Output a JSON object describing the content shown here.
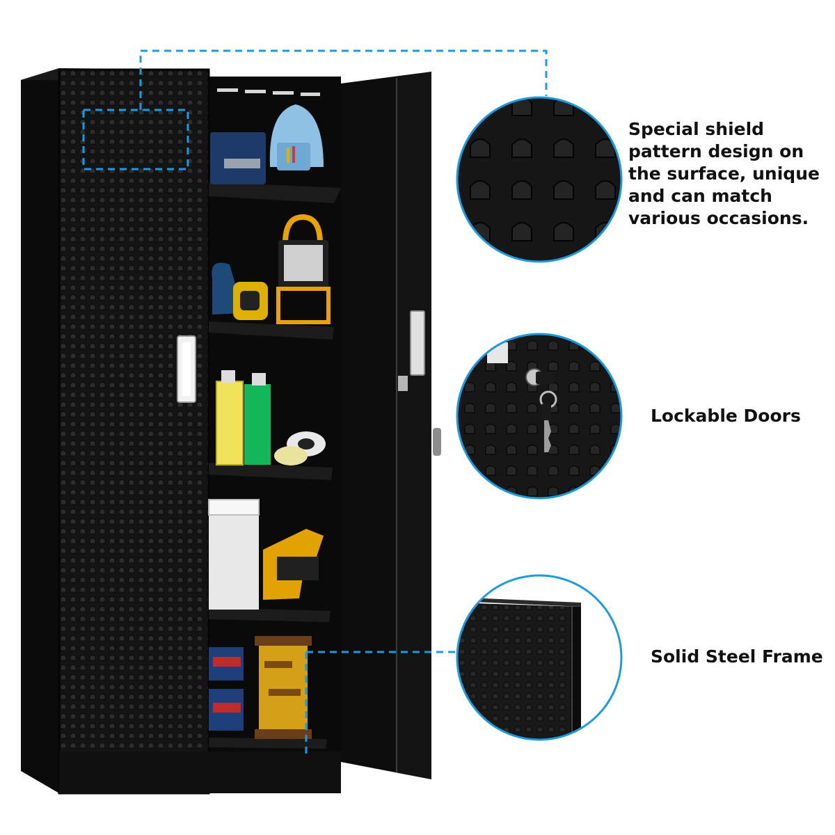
{
  "colors": {
    "accent": "#1a9be0",
    "cabinet": "#121212",
    "stud": "#2a2a2a",
    "interior": "#0a0a0a",
    "text": "#111111"
  },
  "features": [
    {
      "text": "Special shield pattern design on the surface, unique and can match various occasions."
    },
    {
      "text": "Lockable Doors"
    },
    {
      "text": "Solid Steel Frame"
    }
  ]
}
